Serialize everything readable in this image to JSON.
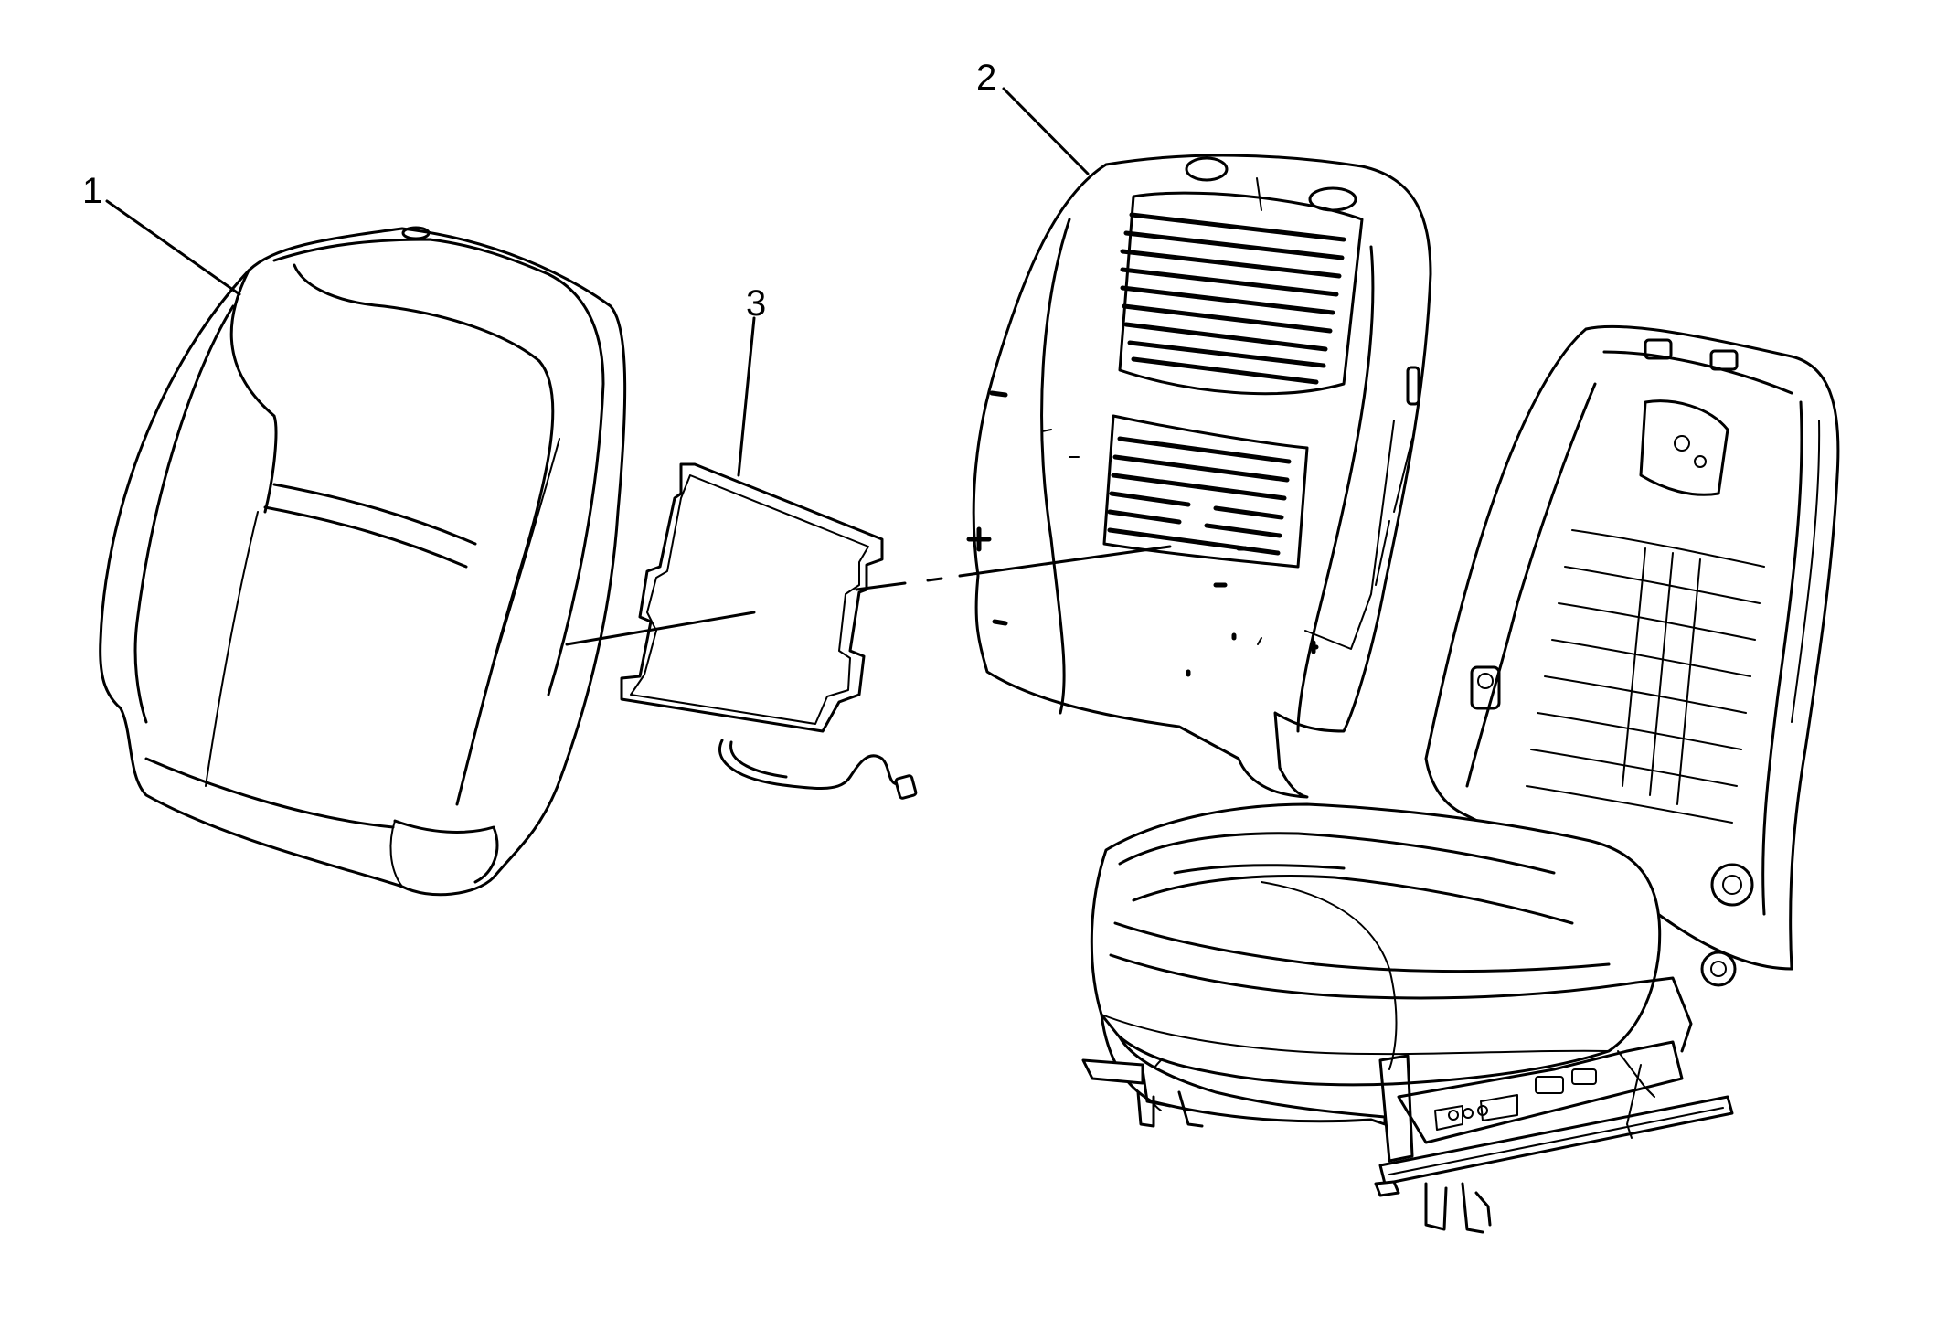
{
  "diagram": {
    "callouts": [
      {
        "id": "c1",
        "label": "1"
      },
      {
        "id": "c2",
        "label": "2"
      },
      {
        "id": "c3",
        "label": "3"
      }
    ]
  }
}
